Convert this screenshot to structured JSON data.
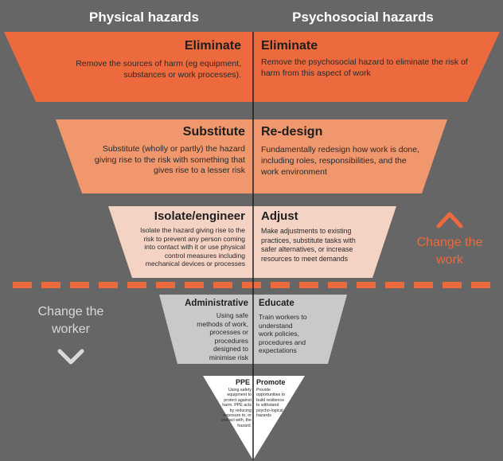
{
  "headers": {
    "physical": "Physical hazards",
    "psychosocial": "Psychosocial hazards"
  },
  "levels": [
    {
      "physical_title": "Eliminate",
      "physical_desc": "Remove the sources of harm (eg equipment, substances or work processes).",
      "psychosocial_title": "Eliminate",
      "psychosocial_desc": "Remove the psychosocial hazard to eliminate the risk of harm from this aspect of work",
      "fill": "#ec6a3d",
      "text_color": "#1e1e1e"
    },
    {
      "physical_title": "Substitute",
      "physical_desc": "Substitute (wholly or partly) the hazard giving rise to the risk with something that gives rise to a lesser risk",
      "psychosocial_title": "Re-design",
      "psychosocial_desc": "Fundamentally redesign how work is done, including roles, responsibilities, and the work environment",
      "fill": "#f0976d",
      "text_color": "#1e1e1e"
    },
    {
      "physical_title": "Isolate/engineer",
      "physical_desc": "Isolate the hazard giving rise to the risk to prevent any person coming into contact with it or use physical control measures including mechanical devices or processes",
      "psychosocial_title": "Adjust",
      "psychosocial_desc": "Make adjustments to existing practices, substitute tasks with safer alternatives, or increase resources to meet demands",
      "fill": "#f4d2c4",
      "text_color": "#1e1e1e"
    },
    {
      "physical_title": "Administrative",
      "physical_desc": "Using safe methods of work, processes or procedures designed to minimise risk",
      "psychosocial_title": "Educate",
      "psychosocial_desc": "Train workers to understand work policies, procedures and expectations",
      "fill": "#c9c9c9",
      "text_color": "#1e1e1e"
    },
    {
      "physical_title": "PPE",
      "physical_desc": "Using safety equipment to protect against harm. PPE acts by reducing exposure to, or contact with, the hazard.",
      "psychosocial_title": "Promote",
      "psychosocial_desc": "Provide opportunities to build resilience to withstand psycho-logical hazards",
      "fill": "#ffffff",
      "text_color": "#1e1e1e"
    }
  ],
  "change_work": {
    "label": "Change the work",
    "color": "#ec6a3d",
    "icon": "chevron-up-icon"
  },
  "change_worker": {
    "label": "Change the worker",
    "color": "#d9d9d9",
    "icon": "chevron-down-icon"
  },
  "divider": {
    "style": "dashed",
    "color": "#ec6a3d"
  },
  "colors": {
    "background": "#666666",
    "center_line": "#1e1e1e"
  }
}
